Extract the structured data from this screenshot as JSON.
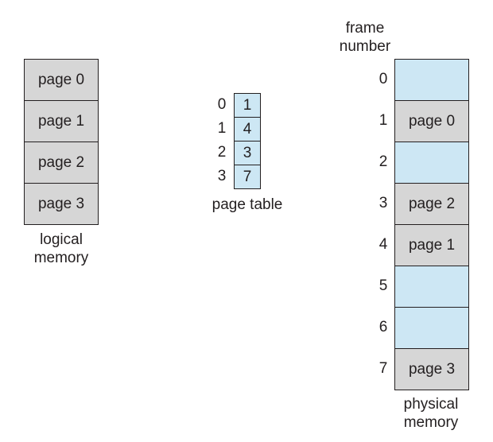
{
  "logical_memory": {
    "pages": [
      "page 0",
      "page 1",
      "page 2",
      "page 3"
    ],
    "caption_line1": "logical",
    "caption_line2": "memory"
  },
  "page_table": {
    "indices": [
      "0",
      "1",
      "2",
      "3"
    ],
    "frames": [
      "1",
      "4",
      "3",
      "7"
    ],
    "caption": "page table"
  },
  "physical_memory": {
    "header_line1": "frame",
    "header_line2": "number",
    "frame_numbers": [
      "0",
      "1",
      "2",
      "3",
      "4",
      "5",
      "6",
      "7"
    ],
    "frames": [
      "",
      "page 0",
      "",
      "page 2",
      "page 1",
      "",
      "",
      "page 3"
    ],
    "caption_line1": "physical",
    "caption_line2": "memory"
  },
  "colors": {
    "occupied": "#d6d6d6",
    "free": "#cde7f4",
    "line": "#231f20"
  }
}
